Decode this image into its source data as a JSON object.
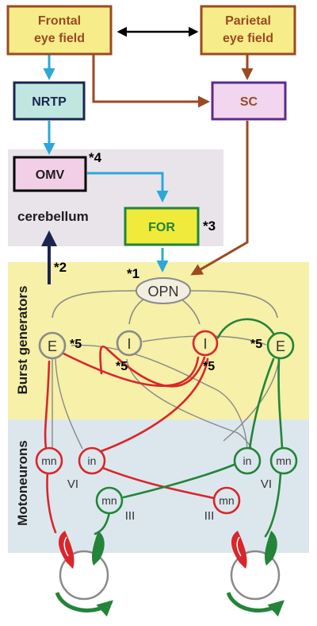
{
  "boxes": {
    "fef_line1": "Frontal",
    "fef_line2": "eye field",
    "pef_line1": "Parietal",
    "pef_line2": "eye field",
    "nrtp": "NRTP",
    "sc": "SC",
    "omv": "OMV",
    "for": "FOR"
  },
  "regions": {
    "cerebellum": "cerebellum",
    "burst": "Burst generators",
    "motor": "Motoneurons"
  },
  "nodes": {
    "opn": "OPN",
    "e_left": "E",
    "i_left": "I",
    "i_right": "I",
    "e_right": "E",
    "mn": "mn",
    "in": "in",
    "vi": "VI",
    "iii": "III"
  },
  "notes": {
    "n1": "*1",
    "n2": "*2",
    "n3": "*3",
    "n4": "*4",
    "n5": "*5"
  },
  "colors": {
    "gold_box": "#f7ec8a",
    "brown": "#9b4a22",
    "cyan": "#2ba8d8",
    "red": "#d9262b",
    "green": "#23843a",
    "gray": "#8a8a8a",
    "cerebellum_bg": "#e9e4ea",
    "burst_bg": "#f6f0a8",
    "motor_bg": "#dce7ed"
  }
}
